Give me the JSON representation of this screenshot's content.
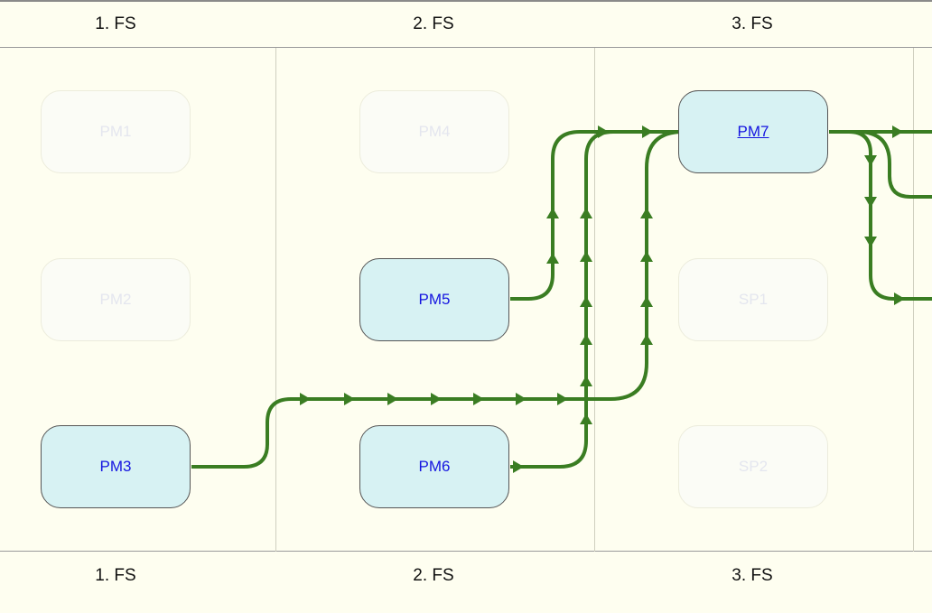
{
  "columns": [
    {
      "header": "1. FS",
      "footer": "1. FS"
    },
    {
      "header": "2. FS",
      "footer": "2. FS"
    },
    {
      "header": "3. FS",
      "footer": "3. FS"
    }
  ],
  "nodes": {
    "pm1": {
      "label": "PM1",
      "state": "inactive"
    },
    "pm2": {
      "label": "PM2",
      "state": "inactive"
    },
    "pm3": {
      "label": "PM3",
      "state": "active"
    },
    "pm4": {
      "label": "PM4",
      "state": "inactive"
    },
    "pm5": {
      "label": "PM5",
      "state": "active"
    },
    "pm6": {
      "label": "PM6",
      "state": "active"
    },
    "pm7": {
      "label": "PM7",
      "state": "active-selected"
    },
    "sp1": {
      "label": "SP1",
      "state": "inactive"
    },
    "sp2": {
      "label": "SP2",
      "state": "inactive"
    }
  },
  "colors": {
    "background": "#fefef0",
    "node_fill": "#d7f2f3",
    "node_text": "#1515e0",
    "edge": "#3a7d22"
  },
  "edges": [
    {
      "from": "PM3",
      "to": "PM7"
    },
    {
      "from": "PM5",
      "to": "PM7"
    },
    {
      "from": "PM6",
      "to": "PM7"
    }
  ]
}
